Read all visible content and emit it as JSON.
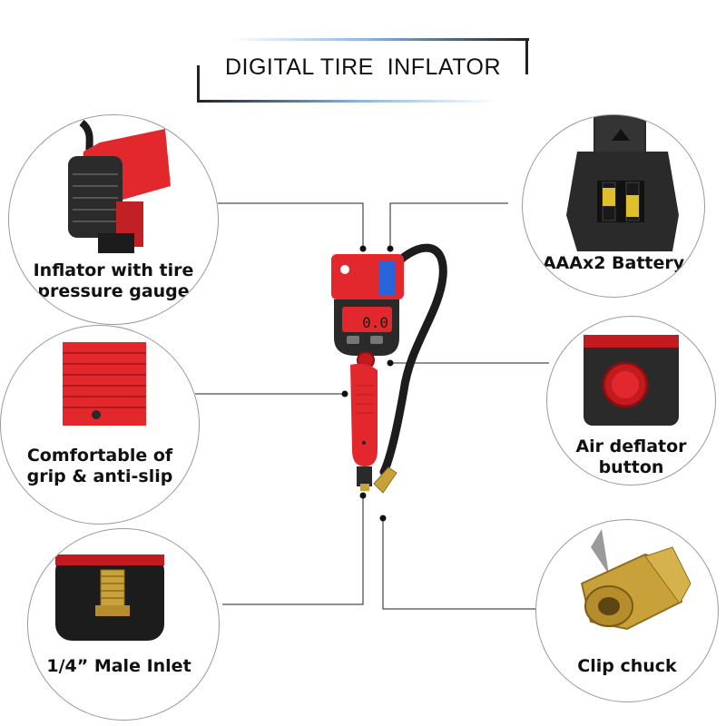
{
  "title": "DIGITAL TIRE  INFLATOR",
  "features": [
    {
      "label_line1": "Inflator with tire",
      "label_line2": "pressure gauge"
    },
    {
      "label_line1": "AAAx2 Battery",
      "label_line2": ""
    },
    {
      "label_line1": "Comfortable of",
      "label_line2": "grip & anti-slip"
    },
    {
      "label_line1": "Air deflator",
      "label_line2": "button"
    },
    {
      "label_line1": "1/4” Male Inlet",
      "label_line2": ""
    },
    {
      "label_line1": "Clip chuck",
      "label_line2": ""
    }
  ],
  "device": {
    "display_reading": "0.0"
  },
  "colors": {
    "body_red": "#e2282c",
    "display_blue": "#2a63d8",
    "brass": "#c9a13a",
    "hose": "#1c1c1c"
  }
}
